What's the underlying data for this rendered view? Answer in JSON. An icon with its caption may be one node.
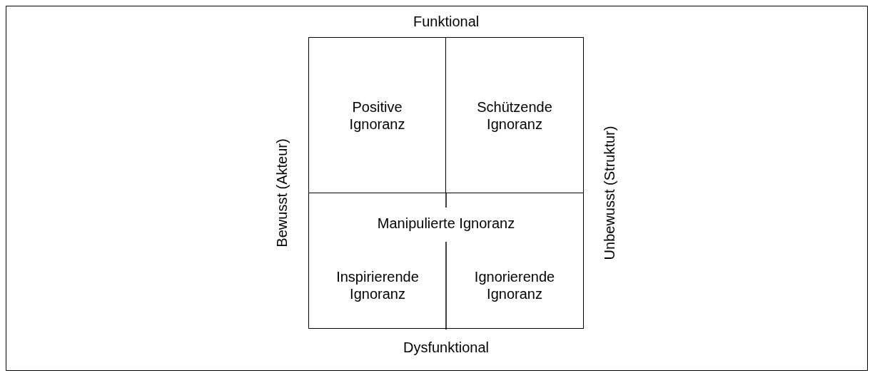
{
  "diagram": {
    "nodes": [
      {
        "text": [
          "Positive Ignoranz"
        ]
      },
      {
        "text": [
          "Schützende Ignoranz"
        ]
      },
      {
        "text": [
          "Manipulierte Ignoranz"
        ]
      },
      {
        "text": [
          "Inspirierende Ignoranz"
        ],
        "in": 2
      },
      {
        "text": [
          "Ignorierende Ignoranz"
        ],
        "in": 2
      }
    ],
    "edges": [],
    "labels": [
      "Funktional",
      "Bewusst (Akteur)",
      "Unbewusst (Struktur)",
      "Dysfunktional"
    ]
  }
}
